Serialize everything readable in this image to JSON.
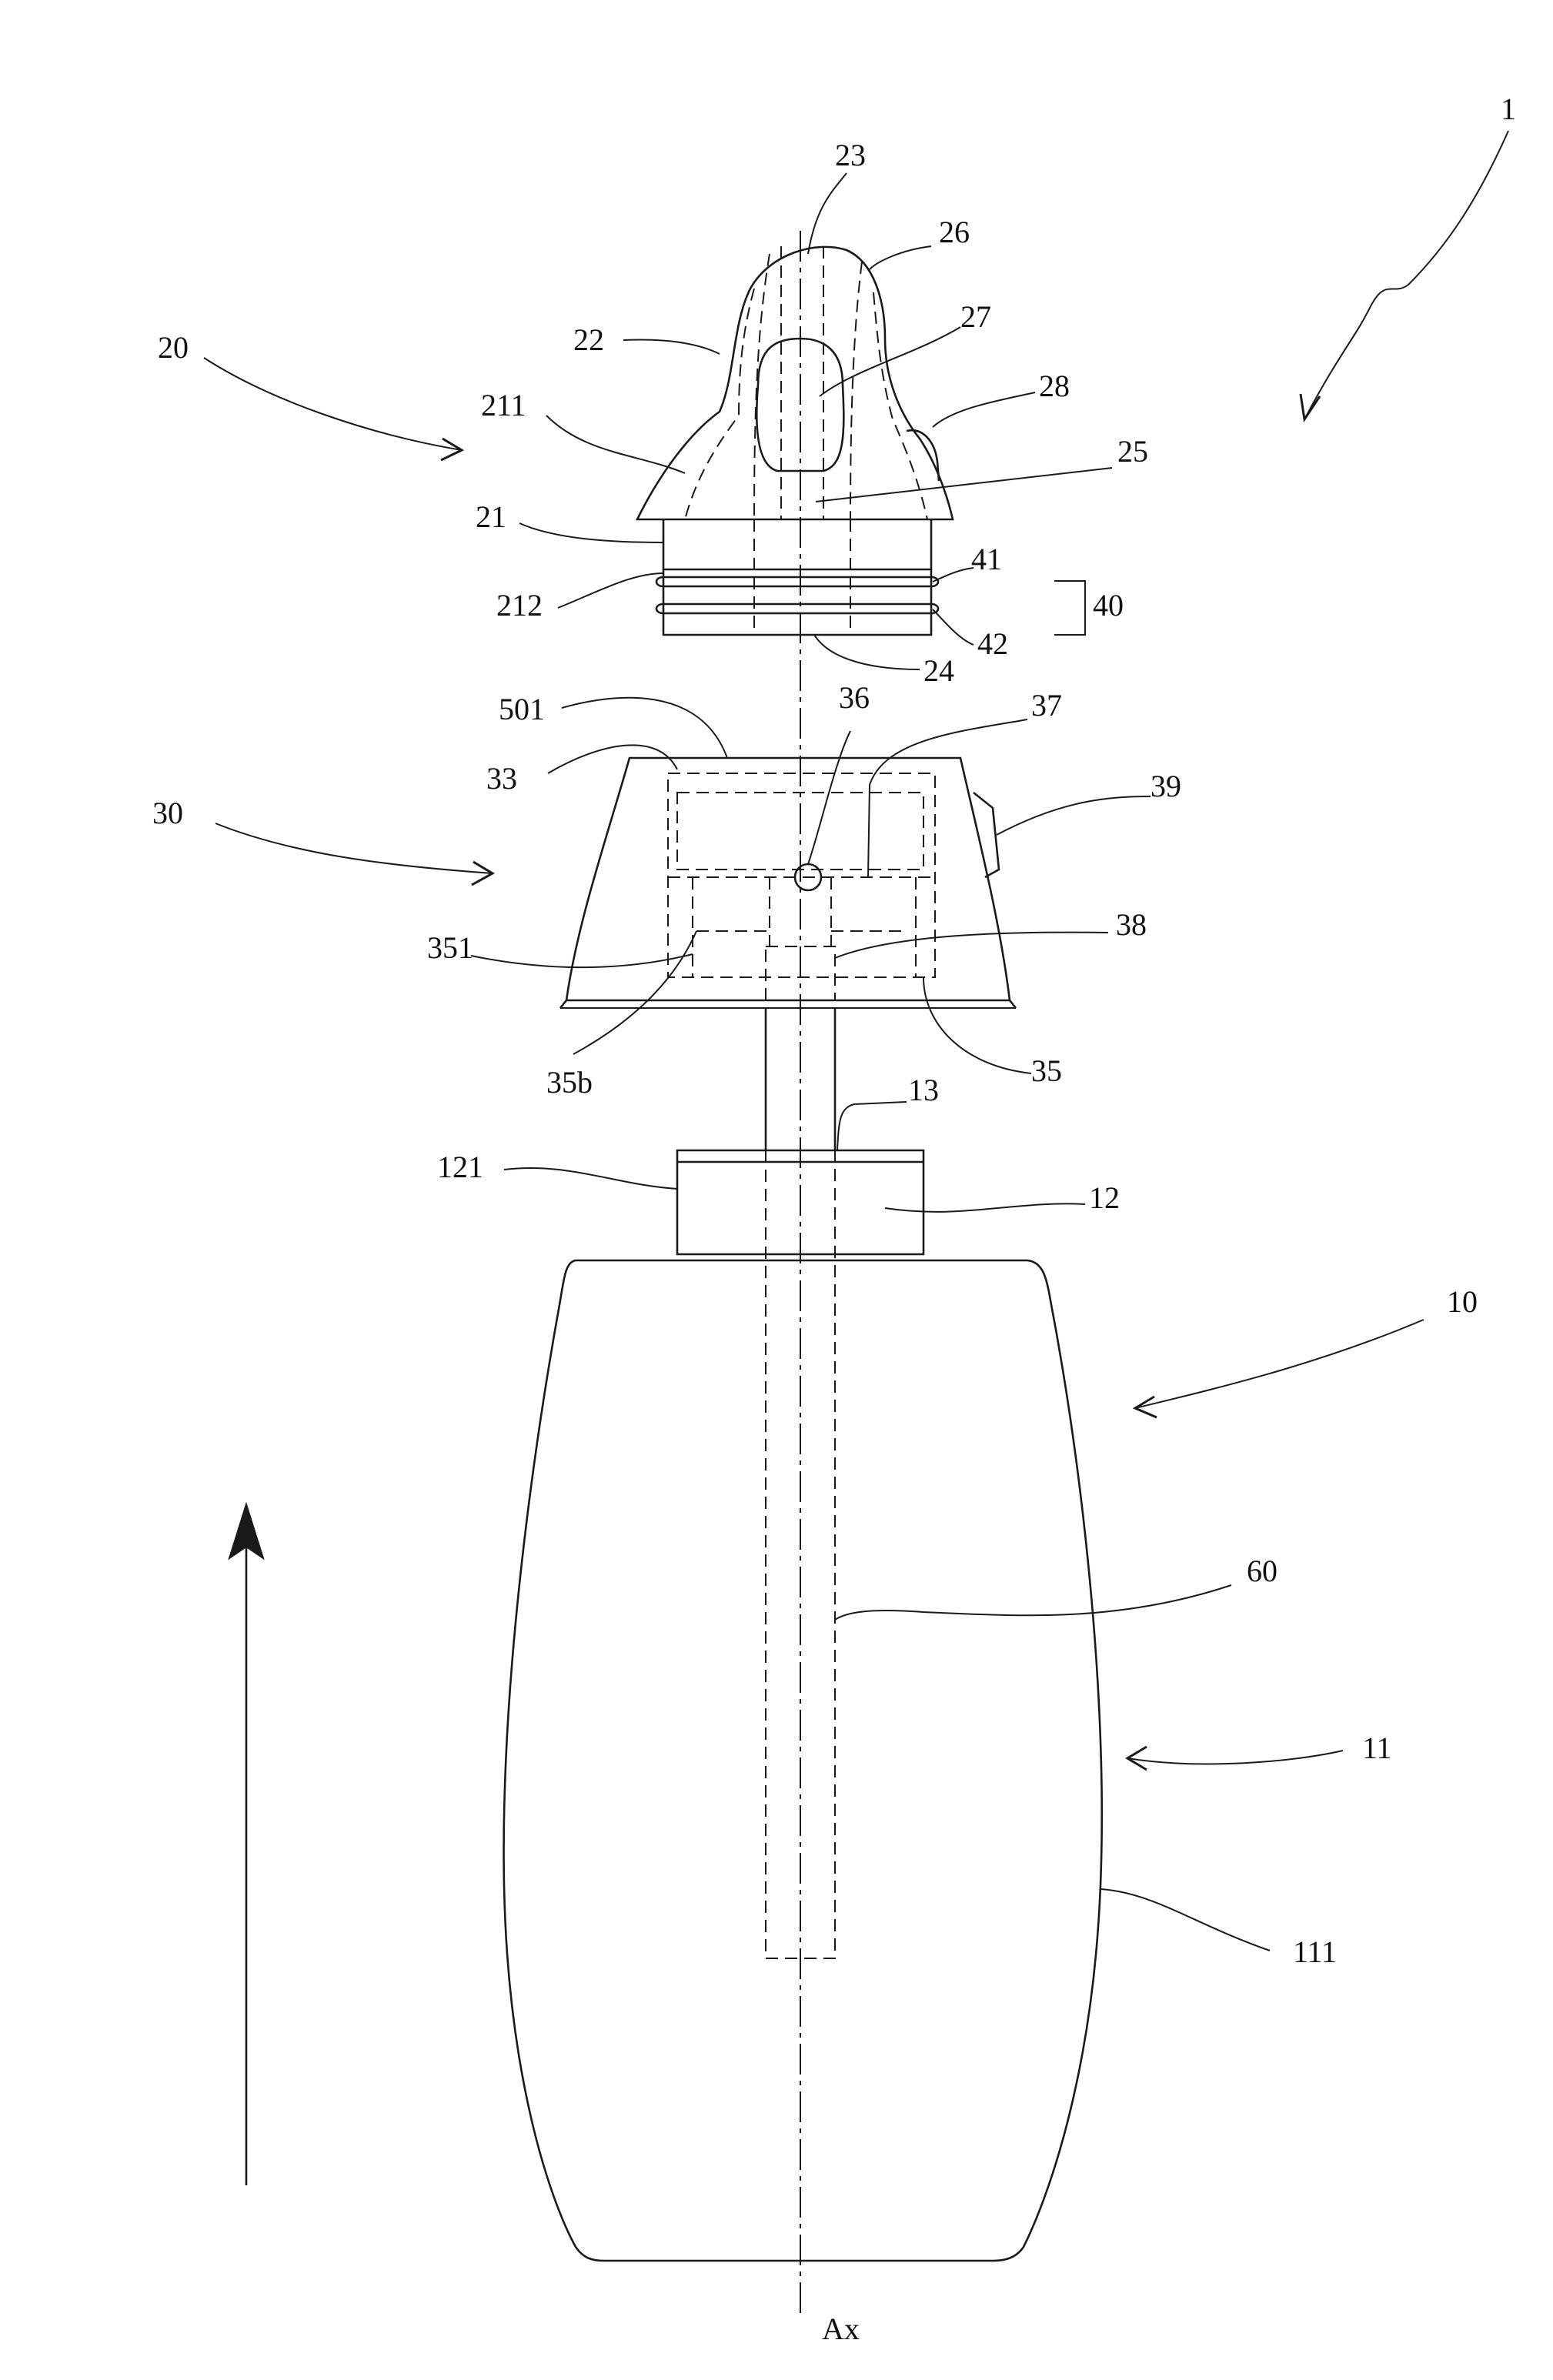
{
  "figure": {
    "labels": {
      "l1": "1",
      "l20": "20",
      "l23": "23",
      "l26": "26",
      "l22": "22",
      "l27": "27",
      "l28": "28",
      "l211": "211",
      "l25": "25",
      "l21": "21",
      "l41": "41",
      "l212": "212",
      "l40": "40",
      "l42": "42",
      "l24": "24",
      "l501": "501",
      "l36": "36",
      "l37": "37",
      "l33": "33",
      "l39": "39",
      "l30": "30",
      "l351": "351",
      "l38": "38",
      "l35b": "35b",
      "l35": "35",
      "l13": "13",
      "l121": "121",
      "l12": "12",
      "l10": "10",
      "l60": "60",
      "l11": "11",
      "l111": "111",
      "lAx": "Ax"
    }
  }
}
